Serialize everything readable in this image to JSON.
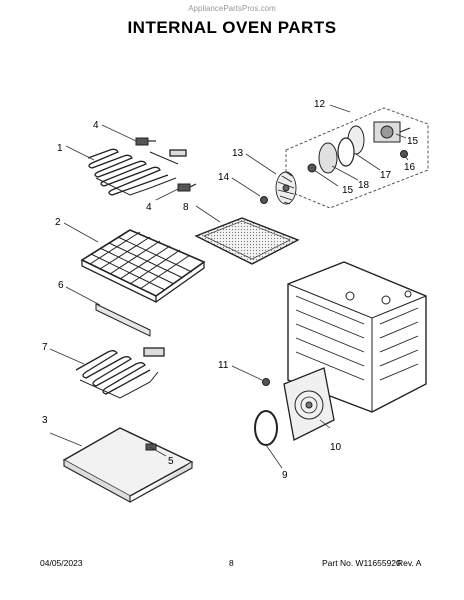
{
  "watermark": "AppliancePartsPros.com",
  "title": "INTERNAL OVEN PARTS",
  "callouts": {
    "c1": "1",
    "c2": "2",
    "c3": "3",
    "c4a": "4",
    "c4b": "4",
    "c5": "5",
    "c6": "6",
    "c7": "7",
    "c8": "8",
    "c9": "9",
    "c10": "10",
    "c11": "11",
    "c12": "12",
    "c13": "13",
    "c14": "14",
    "c15a": "15",
    "c15b": "15",
    "c16": "16",
    "c17": "17",
    "c18": "18"
  },
  "footer": {
    "date": "04/05/2023",
    "page": "8",
    "part_no": "Part No. W11655920",
    "rev": "Rev. A"
  }
}
